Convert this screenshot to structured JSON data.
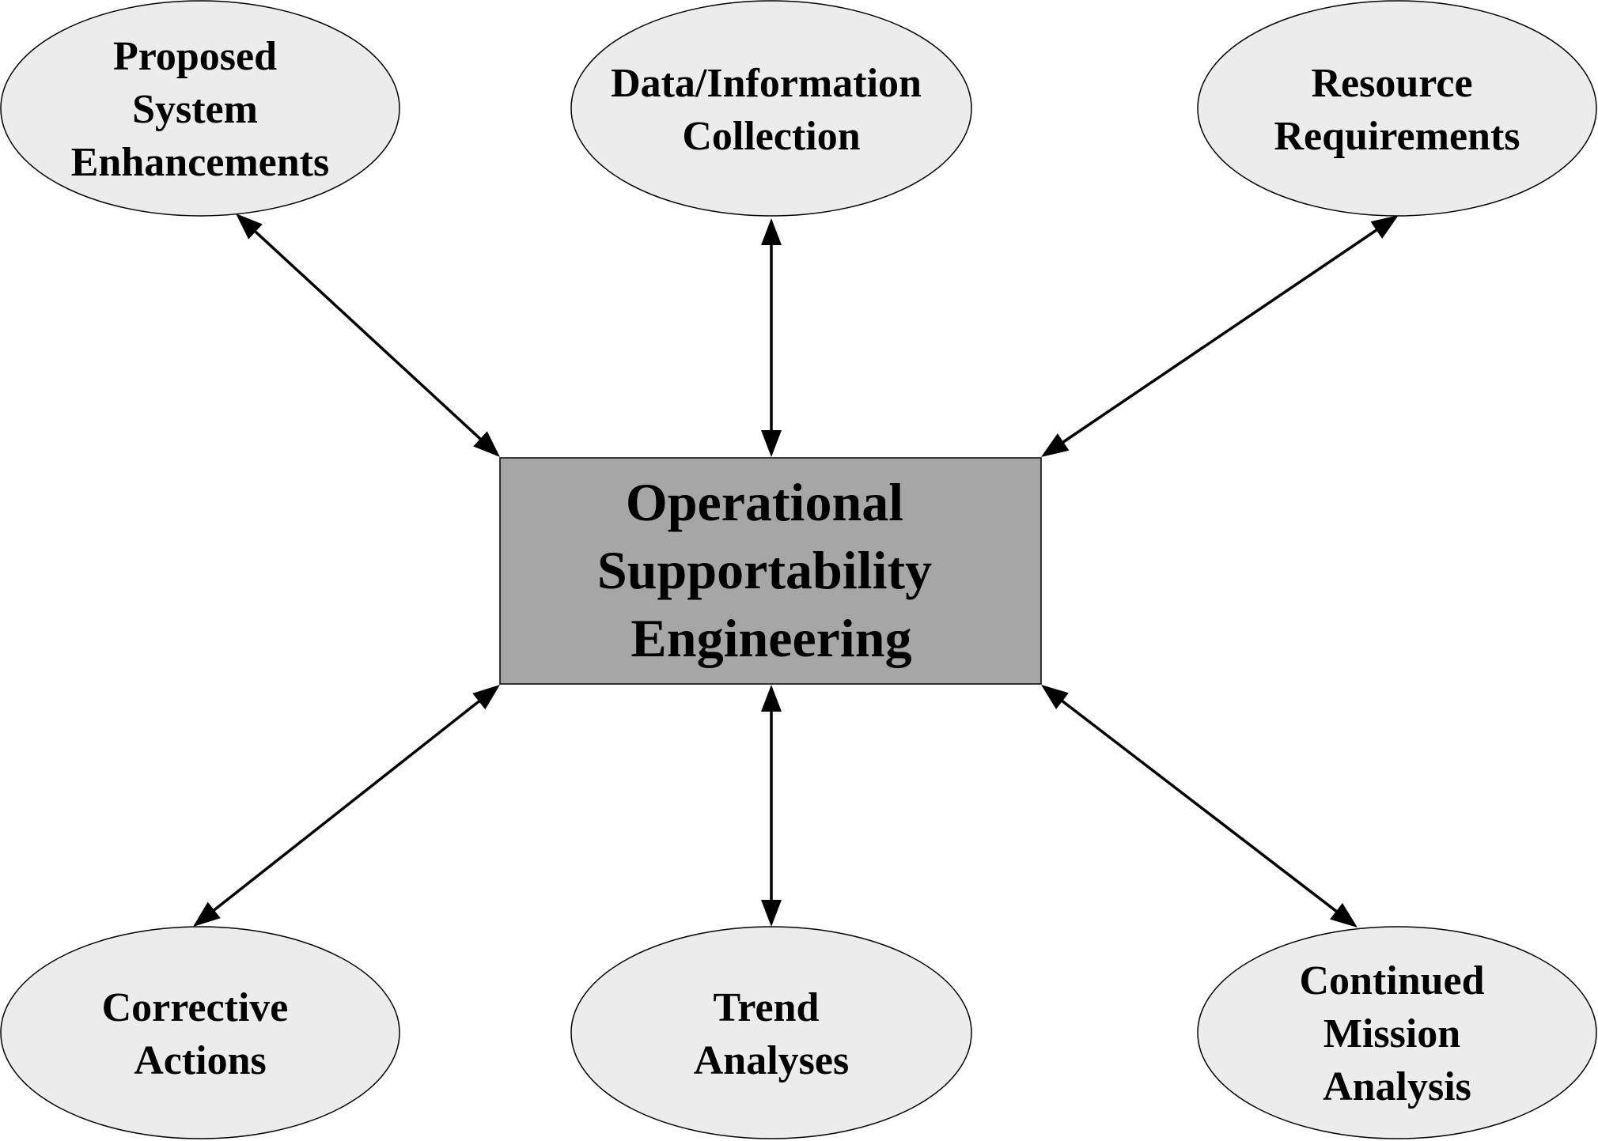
{
  "center": {
    "label_lines": [
      "Operational",
      "Supportability",
      "Engineering"
    ]
  },
  "nodes": {
    "proposed_system_enhancements": {
      "label_lines": [
        "Proposed",
        "System",
        "Enhancements"
      ]
    },
    "data_information_collection": {
      "label_lines": [
        "Data/Information",
        "Collection"
      ]
    },
    "resource_requirements": {
      "label_lines": [
        "Resource",
        "Requirements"
      ]
    },
    "corrective_actions": {
      "label_lines": [
        "Corrective",
        "Actions"
      ]
    },
    "trend_analyses": {
      "label_lines": [
        "Trend",
        "Analyses"
      ]
    },
    "continued_mission_analysis": {
      "label_lines": [
        "Continued",
        "Mission",
        "Analysis"
      ]
    }
  },
  "connections": [
    {
      "from": "center",
      "to": "proposed_system_enhancements",
      "direction": "bidirectional"
    },
    {
      "from": "center",
      "to": "data_information_collection",
      "direction": "bidirectional"
    },
    {
      "from": "center",
      "to": "resource_requirements",
      "direction": "bidirectional"
    },
    {
      "from": "center",
      "to": "corrective_actions",
      "direction": "bidirectional"
    },
    {
      "from": "center",
      "to": "trend_analyses",
      "direction": "bidirectional"
    },
    {
      "from": "center",
      "to": "continued_mission_analysis",
      "direction": "bidirectional"
    }
  ],
  "colors": {
    "center_fill": "#a6a6a6",
    "node_fill": "#ececec",
    "stroke": "#000000",
    "background": "#ffffff"
  }
}
